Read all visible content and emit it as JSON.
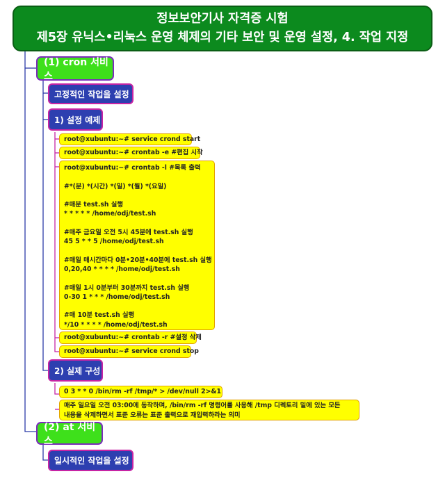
{
  "title": {
    "line1": "정보보안기사 자격증 시험",
    "line2": "제5장 유닉스•리눅스 운영 체제의 기타 보안 및 운영 설정, 4. 작업 지정"
  },
  "cron": {
    "label": "(1) cron 서비스",
    "fixed_task": "고정적인 작업을 설정",
    "example": {
      "label": "1) 설정 예제",
      "cmd_start": "root@xubuntu:~# service crond start",
      "cmd_edit": "root@xubuntu:~# crontab -e #편집 시작",
      "listing": [
        "root@xubuntu:~# crontab -l #목록 출력",
        "",
        "#*(분) *(시간) *(일) *(월) *(요일)",
        "",
        "#매분 test.sh 실행",
        "* * * * * /home/odj/test.sh",
        "",
        "#매주 금요일 오전 5시 45분에 test.sh 실행",
        "45 5 * * 5 /home/odj/test.sh",
        "",
        "#매일 매시간마다 0분•20분•40분에 test.sh 실행",
        "0,20,40 * * * * /home/odj/test.sh",
        "",
        "#매일 1시 0분부터 30분까지 test.sh 실행",
        "0-30 1 * * * /home/odj/test.sh",
        "",
        "#매 10분 test.sh 실행",
        "*/10 * * * * /home/odj/test.sh"
      ],
      "cmd_remove": "root@xubuntu:~# crontab -r #설정 삭제",
      "cmd_stop": "root@xubuntu:~# service crond stop"
    },
    "real": {
      "label": "2) 실제 구성",
      "cmd": "0 3 * * 0 /bin/rm -rf /tmp/* > /dev/null 2>&1",
      "desc_line1": "매주 일요일 오전 03:00에 동작하며, /bin/rm -rf 명령어를 사용해 /tmp 디렉토리 밑에 있는 모든",
      "desc_line2": "내용을 삭제하면서 표준 오류는 표준 출력으로 재입력하라는 의미"
    }
  },
  "at": {
    "label": "(2) at 서비스",
    "temp_task": "일시적인 작업을 설정"
  },
  "colors": {
    "title_bg": "#0c8a1e",
    "level1_bg": "#3ee01b",
    "level2_bg": "#2d3fb0",
    "leaf_bg": "#ffff00",
    "connector": "#2b3aa8"
  }
}
